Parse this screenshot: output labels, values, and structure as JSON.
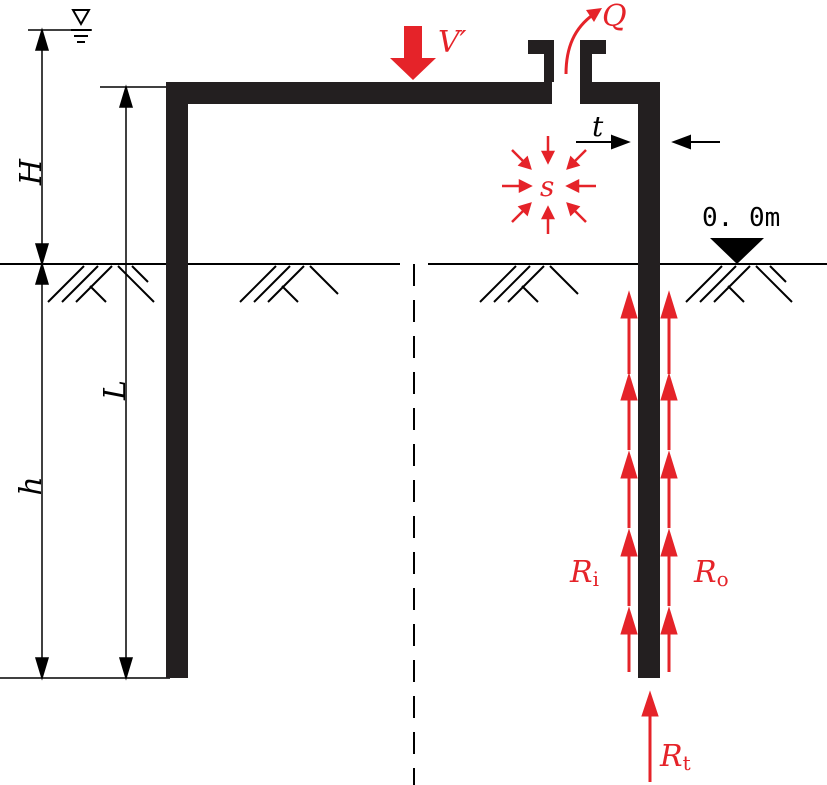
{
  "labels": {
    "v_prime": "V′",
    "q": "Q",
    "t": "t",
    "s": "s",
    "ground_level": "0. 0m",
    "h_upper": "H",
    "l": "L",
    "h_lower": "h",
    "r_i_main": "R",
    "r_i_sub": "i",
    "r_o_main": "R",
    "r_o_sub": "o",
    "r_t_main": "R",
    "r_t_sub": "t"
  },
  "colors": {
    "structure": "#231f20",
    "load": "#e52329",
    "line": "#000000"
  }
}
